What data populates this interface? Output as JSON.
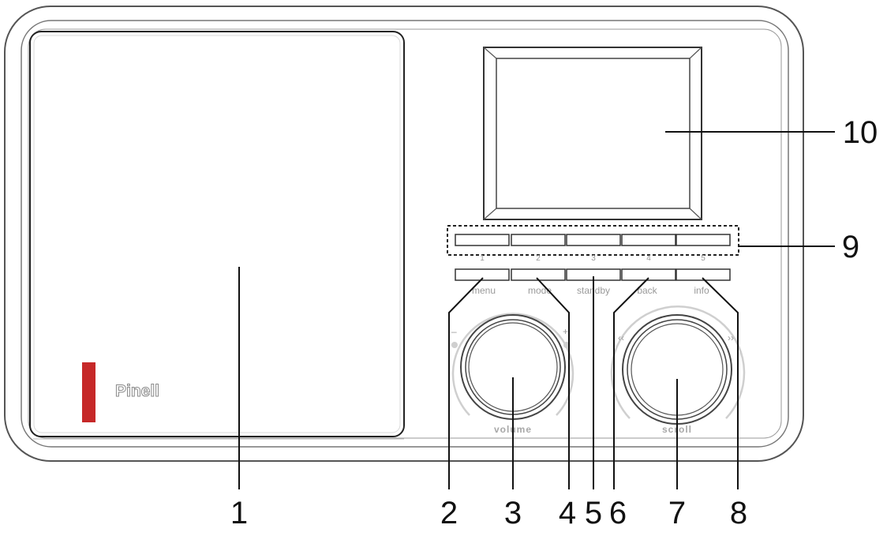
{
  "brand": {
    "name": "Pinell",
    "accent": "#c62828"
  },
  "preset_buttons": {
    "numbers": [
      "1",
      "2",
      "3",
      "4",
      "5"
    ]
  },
  "function_buttons": {
    "labels": [
      "menu",
      "mode",
      "standby",
      "back",
      "info"
    ]
  },
  "knobs": {
    "volume": {
      "label": "volume",
      "minus": "–",
      "plus": "+"
    },
    "scroll": {
      "label": "scroll",
      "left_glyph": "‹‹",
      "right_glyph": "››"
    }
  },
  "callouts": {
    "c1": "1",
    "c2": "2",
    "c3": "3",
    "c4": "4",
    "c5": "5",
    "c6": "6",
    "c7": "7",
    "c8": "8",
    "c9": "9",
    "c10": "10"
  },
  "colors": {
    "outline": "#555555",
    "light_outline": "#bdbdbd",
    "accent": "#c62828"
  }
}
